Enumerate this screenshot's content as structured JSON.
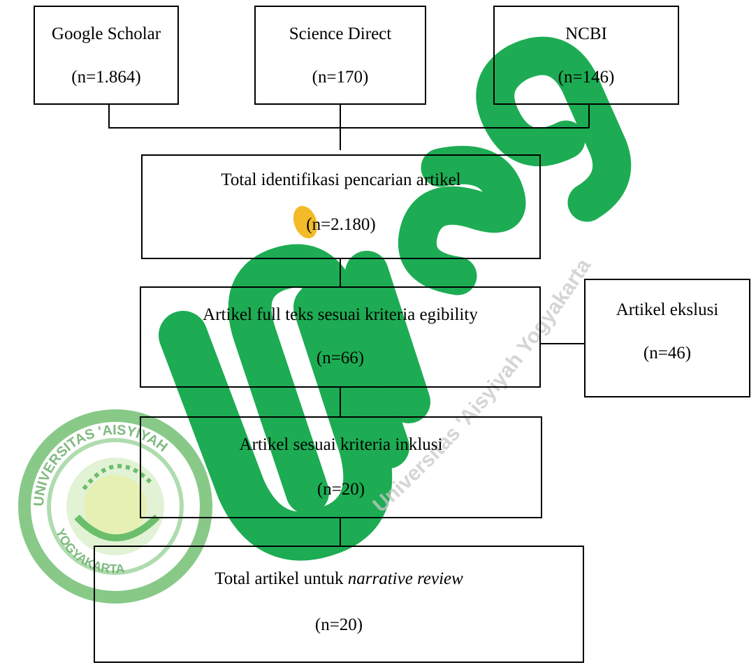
{
  "sources": [
    {
      "name": "Google Scholar",
      "count": "(n=1.864)"
    },
    {
      "name": "Science Direct",
      "count": "(n=170)"
    },
    {
      "name": "NCBI",
      "count": "(n=146)"
    }
  ],
  "identification": {
    "label": "Total identifikasi pencarian artikel",
    "count": "(n=2.180)"
  },
  "eligibility": {
    "label": "Artikel full teks sesuai kriteria egibility",
    "count": "(n=66)"
  },
  "excluded": {
    "label": "Artikel ekslusi",
    "count": "(n=46)"
  },
  "inclusion": {
    "label": "Artikel sesuai kriteria inklusi",
    "count": "(n=20)"
  },
  "final": {
    "label_prefix": "Total artikel untuk ",
    "label_italic": "narrative review",
    "count": "(n=20)"
  },
  "watermark": {
    "logo_text": "unisa",
    "arc_text": "Universitas 'Aisyiyah Yogyakarta",
    "seal_top_text": "UNIVERSITAS 'AISYIYAH",
    "seal_bottom_text": "YOGYAKARTA",
    "colors": {
      "green": "#11a84a",
      "yellow": "#f2b81c",
      "seal_green": "#5cb85c"
    }
  }
}
